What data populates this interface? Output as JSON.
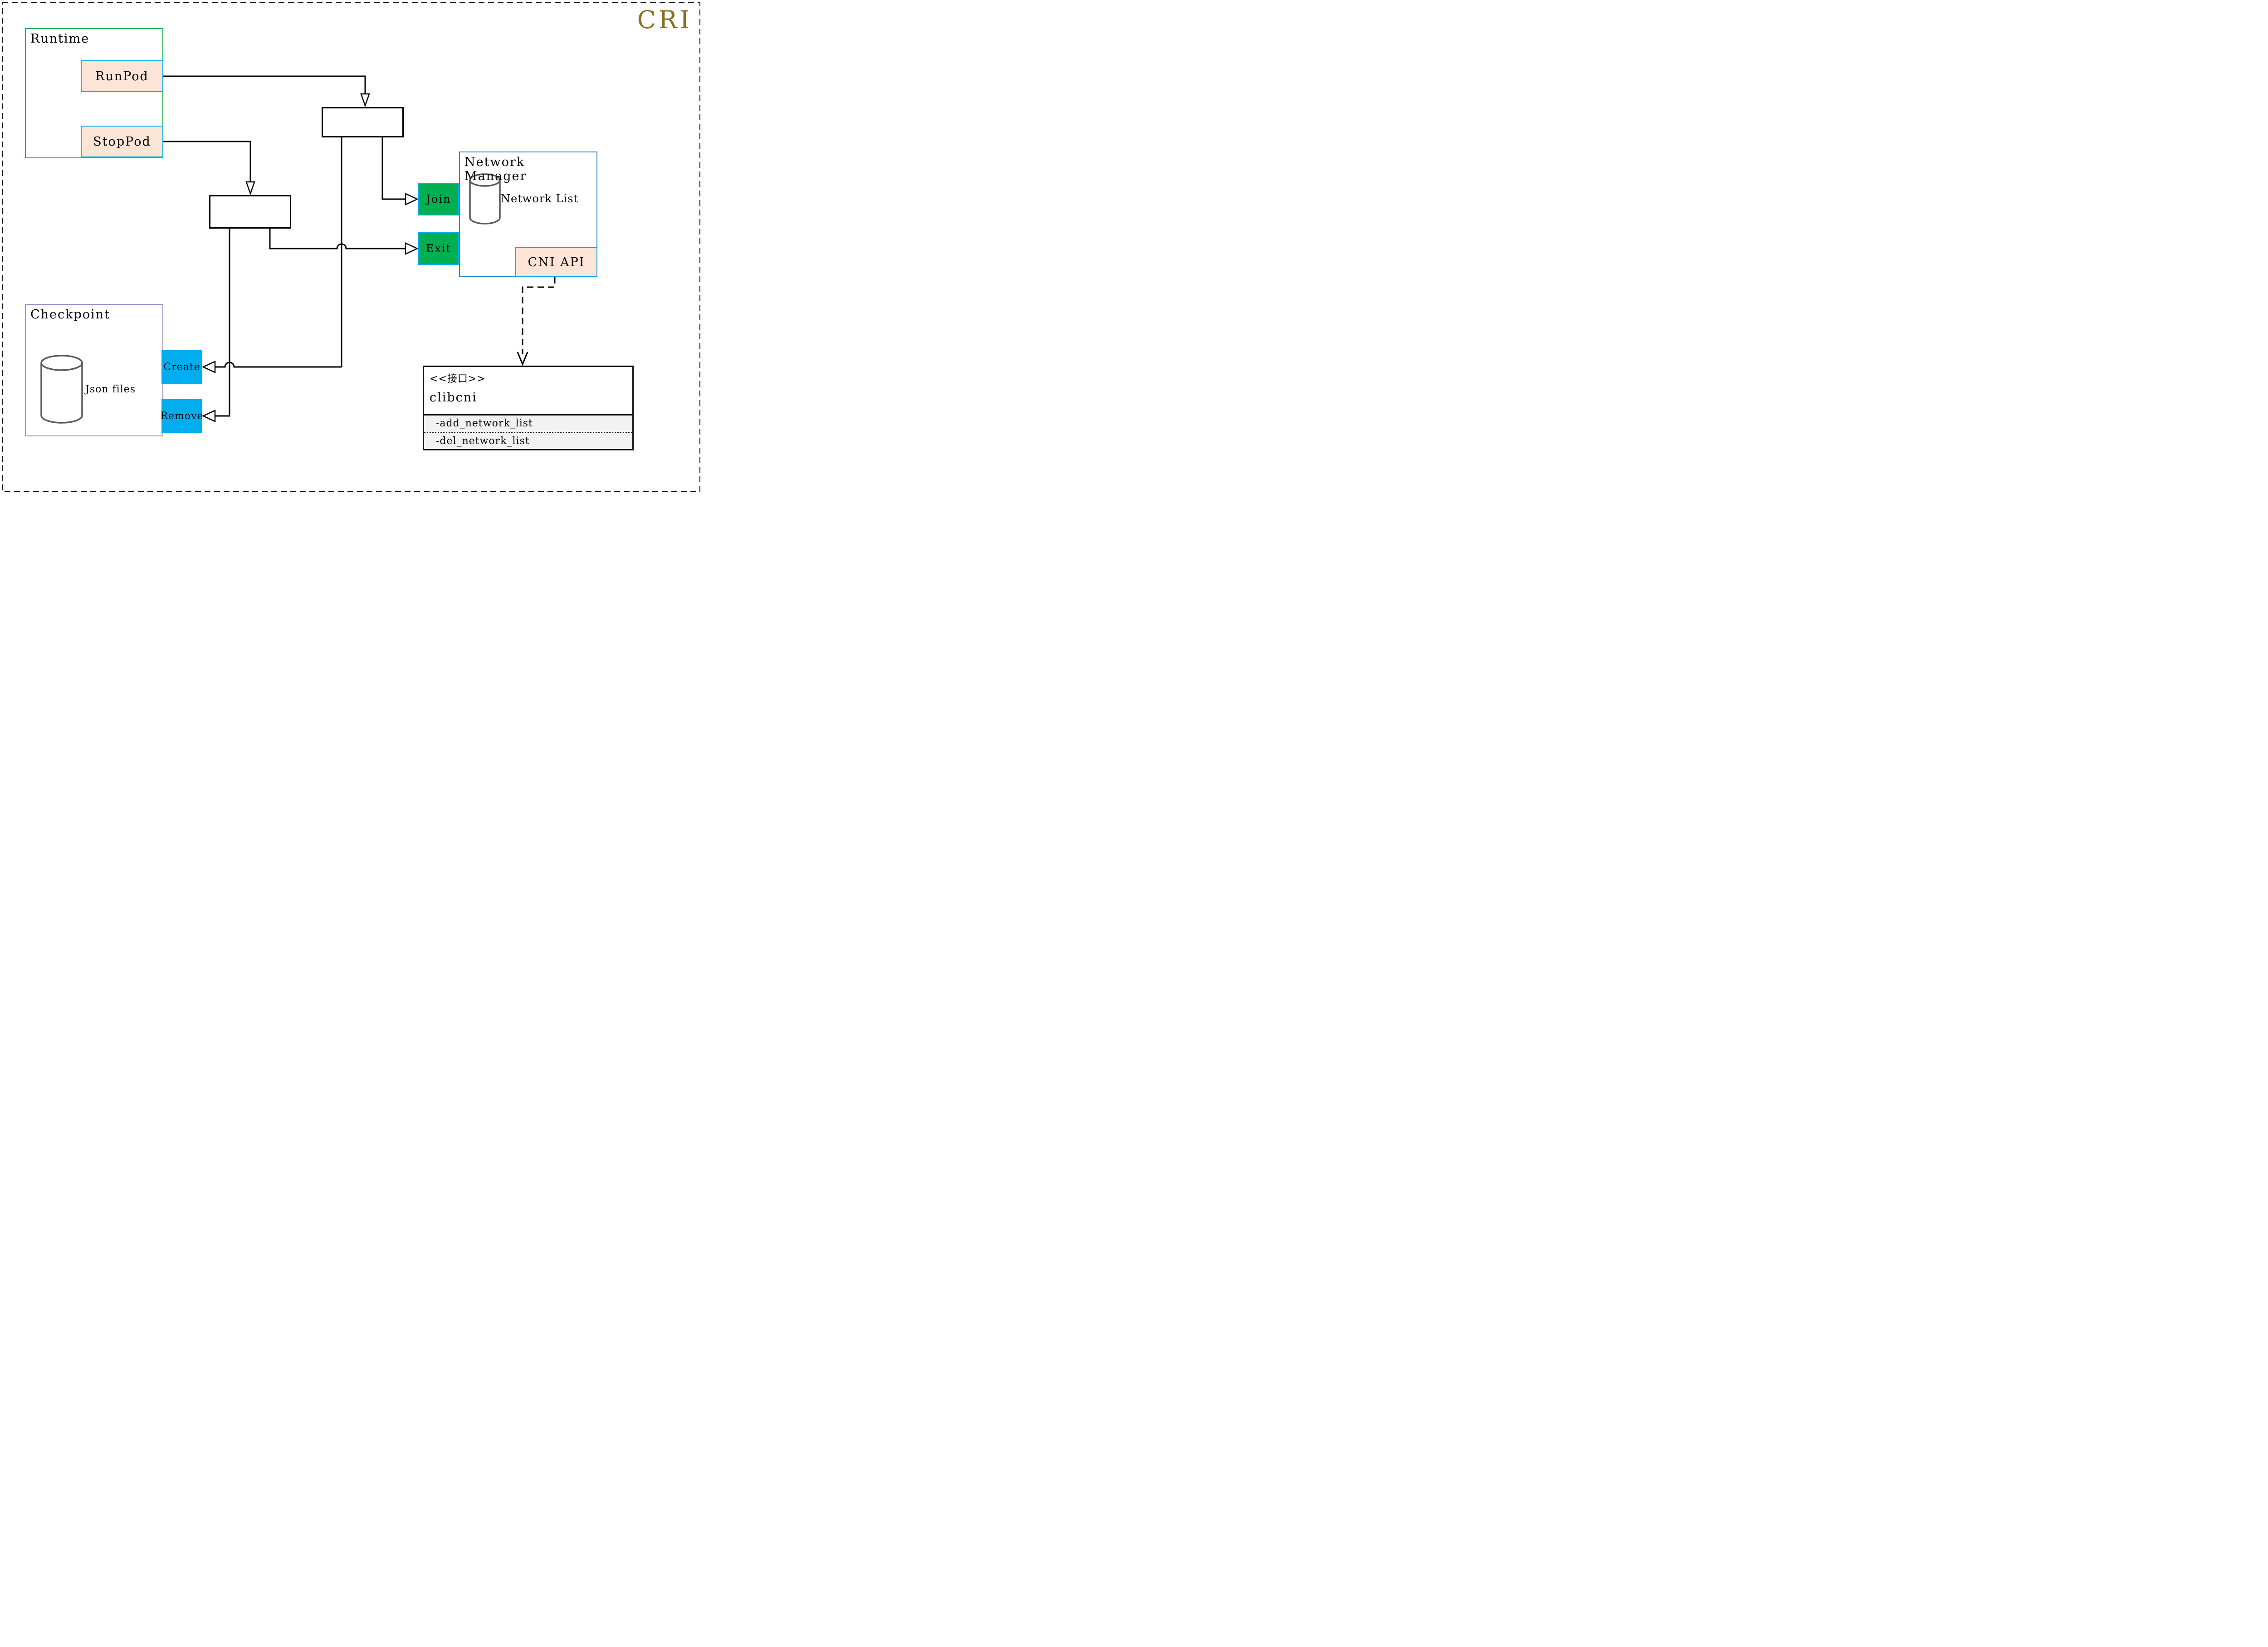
{
  "title": {
    "label": "CRI",
    "color": "#8a6d1e"
  },
  "runtime": {
    "label": "Runtime",
    "buttons": [
      {
        "label": "RunPod"
      },
      {
        "label": "StopPod"
      }
    ]
  },
  "network_manager": {
    "label": "Network Manager",
    "datastore_label": "Network List",
    "actions": [
      {
        "label": "Join"
      },
      {
        "label": "Exit"
      }
    ],
    "api_label": "CNI API"
  },
  "checkpoint": {
    "label": "Checkpoint",
    "datastore_label": "Json files",
    "actions": [
      {
        "label": "Create"
      },
      {
        "label": "Remove"
      }
    ]
  },
  "clibcni": {
    "stereotype": "<<接口>>",
    "name": "clibcni",
    "members": [
      "-add_network_list",
      "-del_network_list"
    ]
  },
  "colors": {
    "accent_gold": "#8a6d1e",
    "runtime_border_green": "#22b14c",
    "checkpoint_border_purple": "#9e91c7",
    "network_manager_border_blue": "#2e86c8",
    "cyan_border_and_fill": "#00aeef",
    "green_fill": "#00b050",
    "peach_fill": "#fce4d6",
    "uml_section_gray": "#f2f2f2",
    "cylinder_gray": "#5a5a5a"
  }
}
